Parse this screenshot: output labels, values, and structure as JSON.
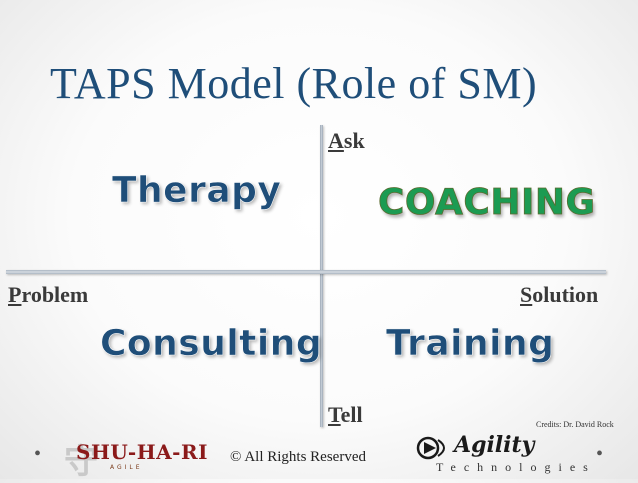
{
  "slide": {
    "title": "TAPS Model (Role of SM)"
  },
  "axes": {
    "top": {
      "first": "A",
      "rest": "sk"
    },
    "left": {
      "first": "P",
      "rest": "roblem"
    },
    "right": {
      "first": "S",
      "rest": "olution"
    },
    "bottom": {
      "first": "T",
      "rest": "ell"
    }
  },
  "quadrants": {
    "top_left": "Therapy",
    "top_right": "COACHING",
    "bottom_left": "Consulting",
    "bottom_right": "Training"
  },
  "footer": {
    "credits": "Credits: Dr. David Rock",
    "copyright": "© All Rights Reserved",
    "bullet": "•",
    "logo_left": {
      "glyph": "守",
      "brand": "SHU-HA-RI",
      "sub": "AGILE"
    },
    "logo_right": {
      "brand": "Agility",
      "sub": "Technologies"
    }
  },
  "colors": {
    "title": "#1f4e79",
    "quadrant_text": "#1f4e79",
    "coaching_text": "#1c9b52",
    "shuhari_brand": "#8b1a1a"
  }
}
